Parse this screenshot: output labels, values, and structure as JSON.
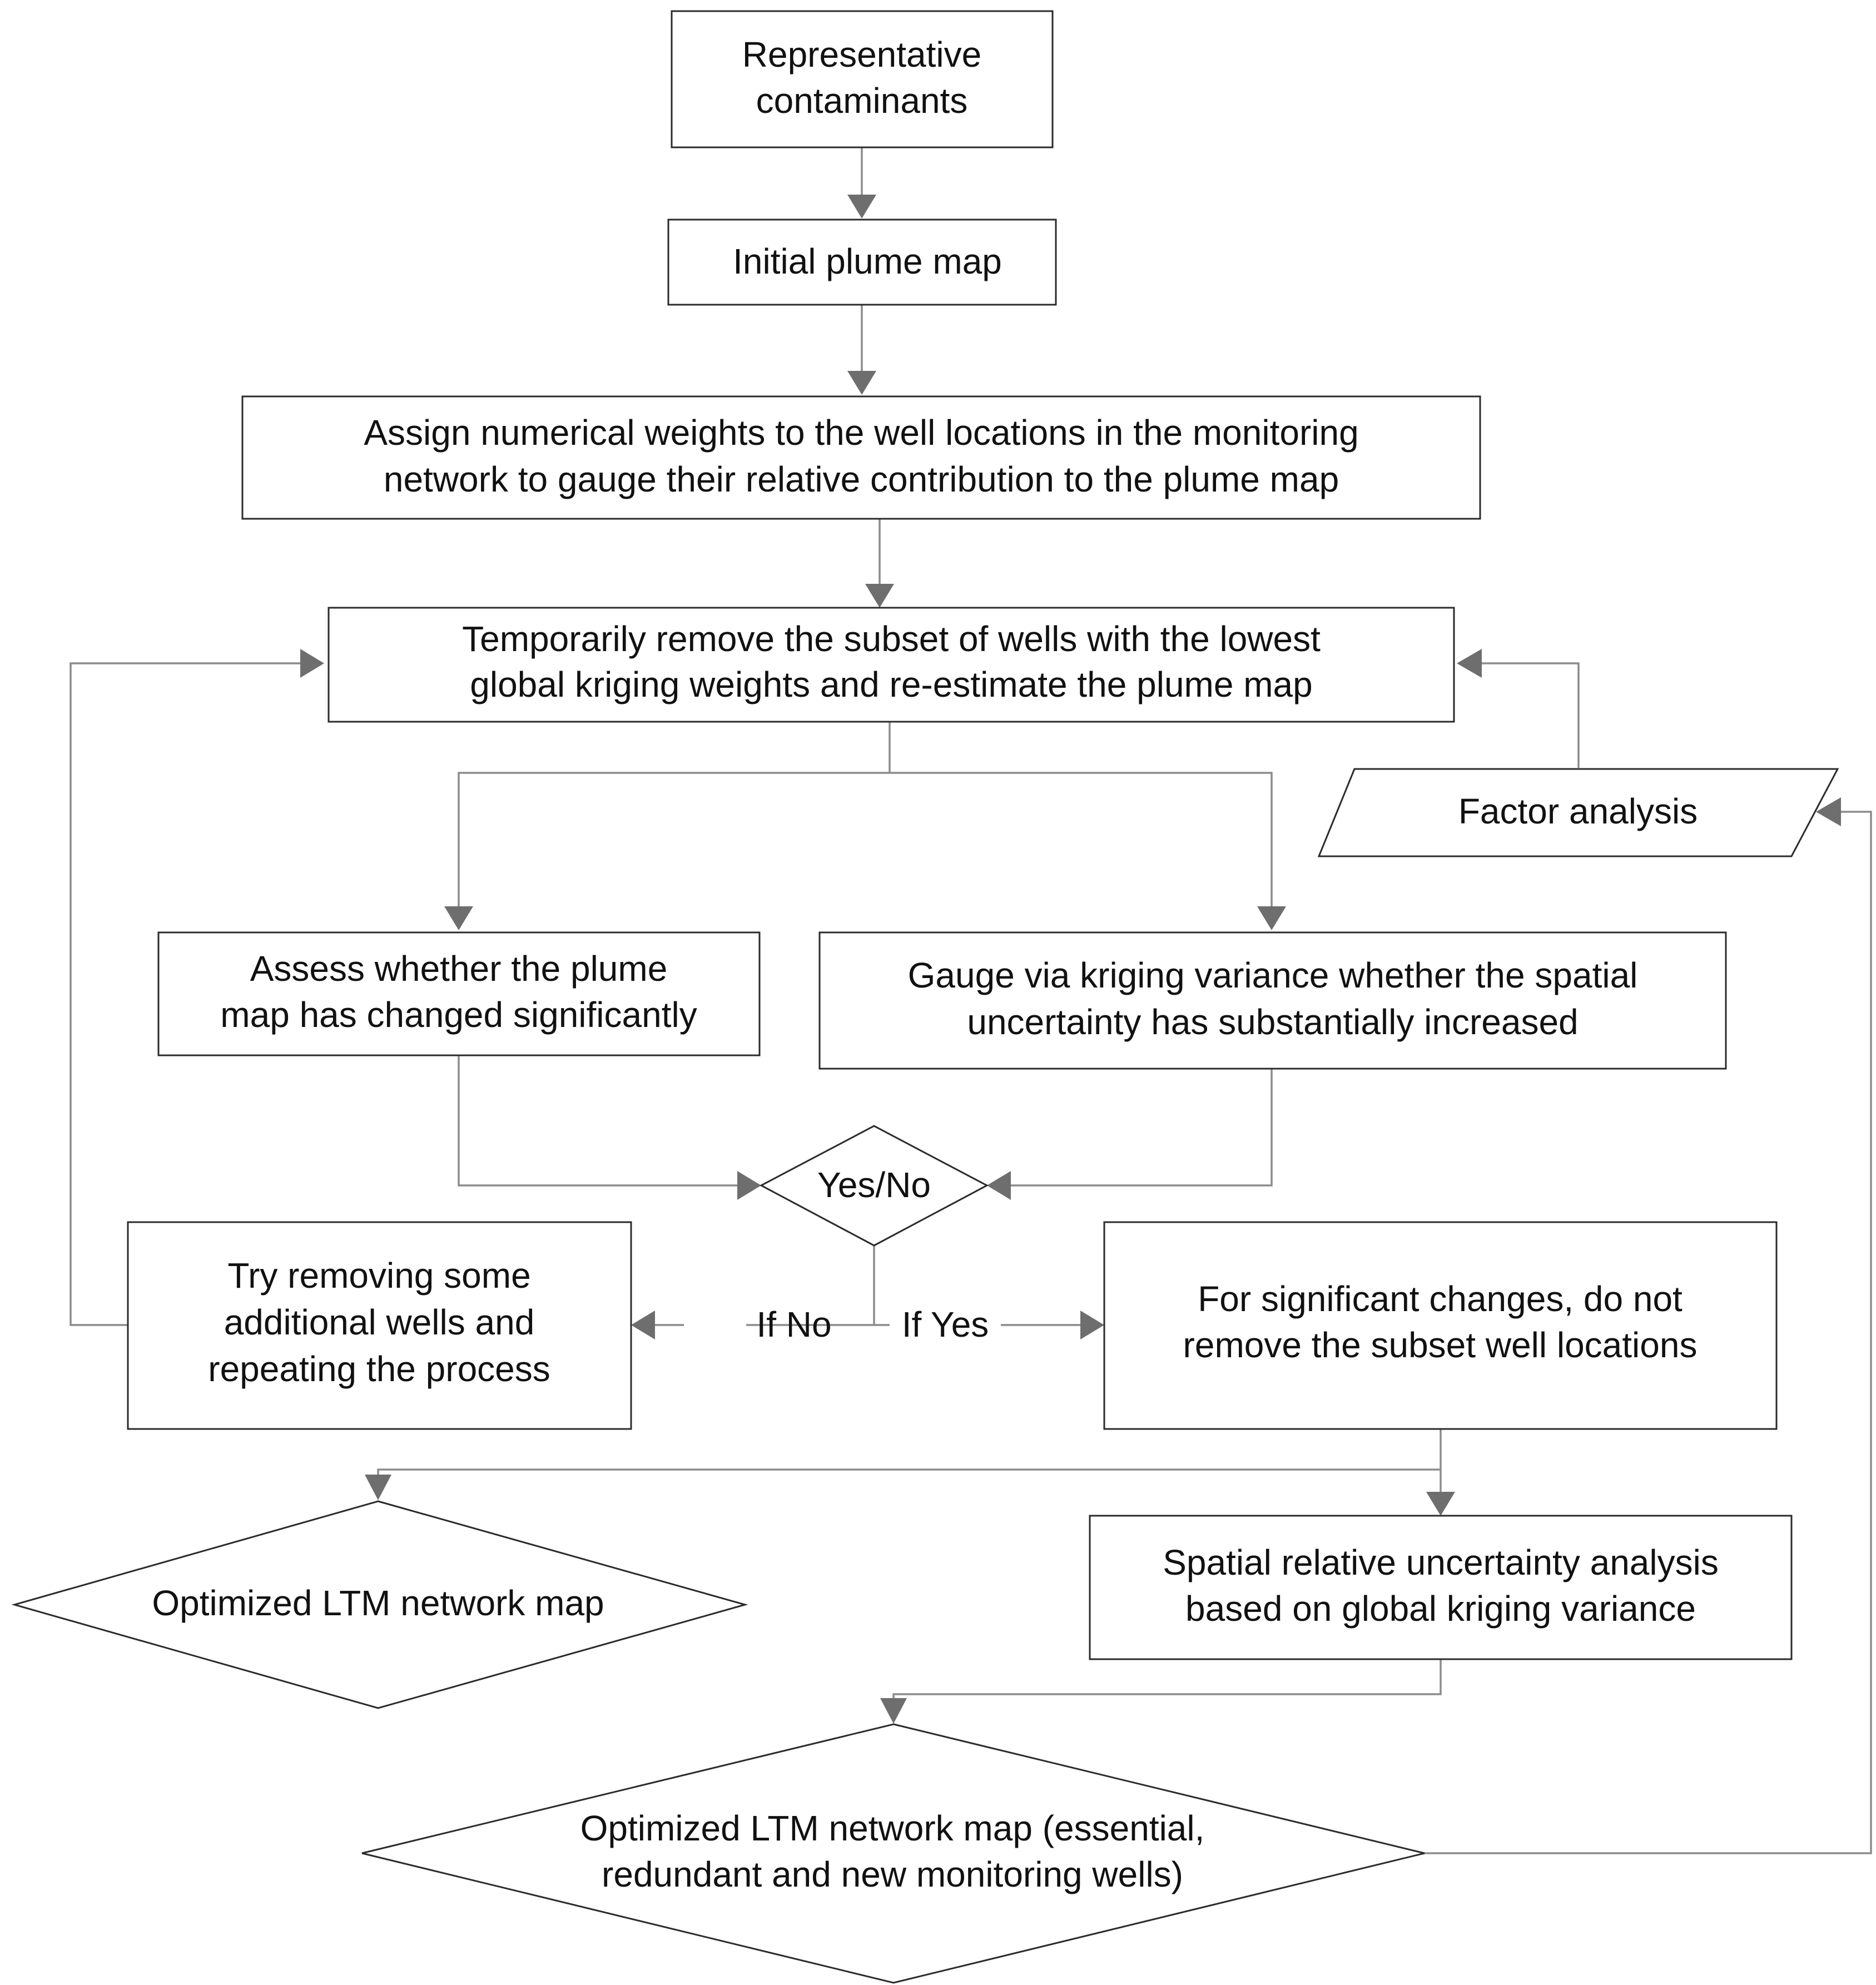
{
  "nodes": {
    "representative_contaminants": [
      "Representative",
      "contaminants"
    ],
    "initial_plume_map": [
      "Initial plume map"
    ],
    "assign_weights": [
      "Assign numerical weights to the well locations in the monitoring",
      "network to gauge their relative contribution to the plume map"
    ],
    "temporarily_remove": [
      "Temporarily remove the subset of wells with the lowest",
      "global kriging weights and re-estimate the plume map"
    ],
    "factor_analysis": [
      "Factor analysis"
    ],
    "assess_plume_change": [
      "Assess whether the plume",
      "map has changed significantly"
    ],
    "gauge_kriging_variance": [
      "Gauge via kriging variance whether the spatial",
      "uncertainty has substantially increased"
    ],
    "decision": [
      "Yes/No"
    ],
    "try_removing": [
      "Try removing some",
      "additional wells and",
      "repeating the process"
    ],
    "significant_changes": [
      "For significant changes, do not",
      "remove the subset well locations"
    ],
    "optimized_map": [
      "Optimized LTM network map"
    ],
    "spatial_uncertainty": [
      "Spatial relative uncertainty analysis",
      "based on global kriging variance"
    ],
    "optimized_map_full": [
      "Optimized LTM network map (essential,",
      "redundant and new monitoring wells)"
    ]
  },
  "edge_labels": {
    "if_no": "If No",
    "if_yes": "If Yes"
  },
  "colors": {
    "box_stroke": "#2b2b2b",
    "connector": "#8c8c8c",
    "arrowhead": "#6e6e6e",
    "text": "#111111"
  }
}
